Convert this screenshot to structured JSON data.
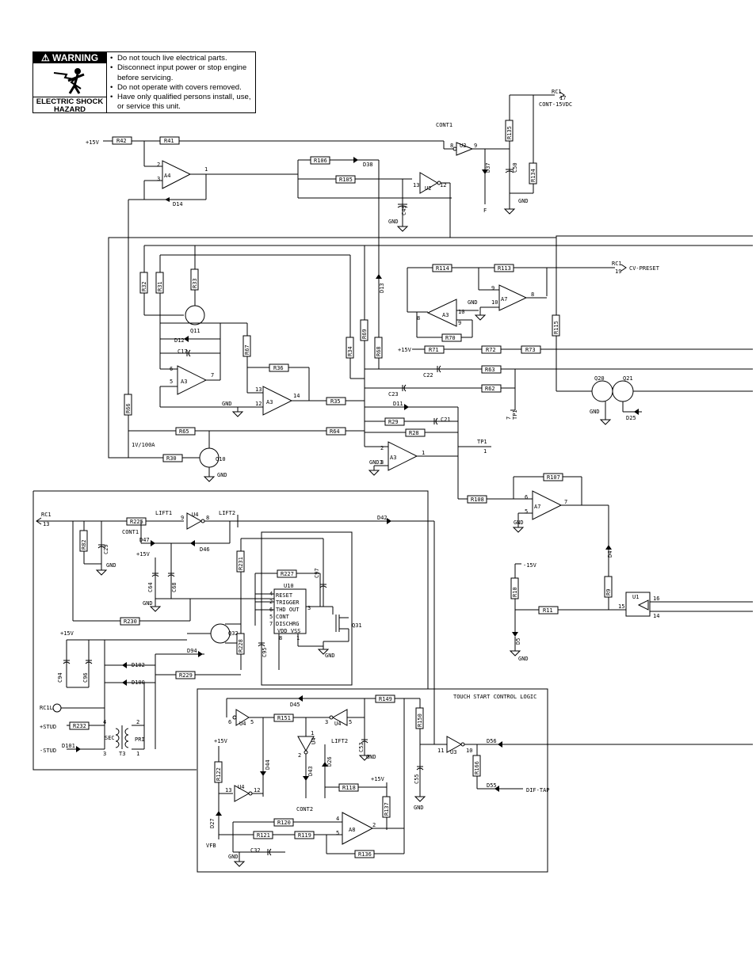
{
  "warning": {
    "title": "WARNING",
    "hazard": "ELECTRIC SHOCK HAZARD",
    "items": [
      "Do not touch live electrical parts.",
      "Disconnect input power or stop engine before servicing.",
      "Do not operate with covers removed.",
      "Have only qualified persons install, use, or service this unit."
    ]
  },
  "labels": {
    "plus15v": "+15V",
    "gnd": "GND",
    "minus15v": "-15V",
    "cont1": "CONT1",
    "cont2": "CONT2",
    "lift1": "LIFT1",
    "lift2": "LIFT2",
    "f": "F",
    "rc1_17": "RC1",
    "pin17": "17",
    "cont15vdc": "CONT-15VDC",
    "rc1_19": "RC1",
    "pin19": "19",
    "cv_preset": "CV-PRESET",
    "rc1_13": "RC1",
    "pin13": "13",
    "tp1": "TP1",
    "pin1": "1",
    "pin7": "7",
    "vfb": "VFB",
    "gnd3": "GND3",
    "scale": "1V/100A",
    "rc11": "RC1L",
    "stud_plus": "+STUD",
    "stud_minus": "-STUD",
    "touch_start": "TOUCH START CONTROL LOGIC",
    "dif_tap": "DIF-TAP",
    "sec": "SEC",
    "pri": "PRI",
    "t3": "T3"
  },
  "resistors": [
    "R42",
    "R41",
    "R106",
    "R105",
    "R135",
    "R134",
    "R114",
    "R113",
    "R33",
    "R32",
    "R31",
    "R67",
    "R36",
    "R35",
    "R34",
    "R69",
    "R68",
    "R71",
    "R72",
    "R73",
    "R70",
    "R63",
    "R62",
    "R29",
    "R28",
    "R64",
    "R65",
    "R66",
    "R30",
    "R115",
    "R107",
    "R108",
    "R10",
    "R11",
    "R9",
    "R225",
    "R82",
    "R230",
    "R231",
    "R227",
    "R228",
    "R229",
    "R232",
    "R151",
    "R149",
    "R150",
    "R166",
    "R122",
    "R120",
    "R121",
    "R119",
    "R118",
    "R137",
    "R136"
  ],
  "capacitors": [
    "C50",
    "C49",
    "C17",
    "C22",
    "C23",
    "C21",
    "C29",
    "C64",
    "C68",
    "C97",
    "C95",
    "C94",
    "C96",
    "C53",
    "C55",
    "C32"
  ],
  "diodes": [
    "D38",
    "D37",
    "D14",
    "D12",
    "D13",
    "D11",
    "D25",
    "D4",
    "D42",
    "D47",
    "D46",
    "D102",
    "D100",
    "D94",
    "D101",
    "D45",
    "D44",
    "D43",
    "D26",
    "D56",
    "D55",
    "D27",
    "D5"
  ],
  "transistors": [
    "Q11",
    "Q10",
    "Q20",
    "Q21",
    "Q32",
    "Q31"
  ],
  "ics": [
    "A4",
    "U2",
    "A3",
    "A7",
    "U1",
    "U4",
    "U10",
    "U3",
    "A8"
  ],
  "ic_pins": {
    "u10": [
      "RESET",
      "TRIGGER",
      "THD OUT",
      "CONT",
      "DISCHRG",
      "VDD VSS"
    ]
  }
}
